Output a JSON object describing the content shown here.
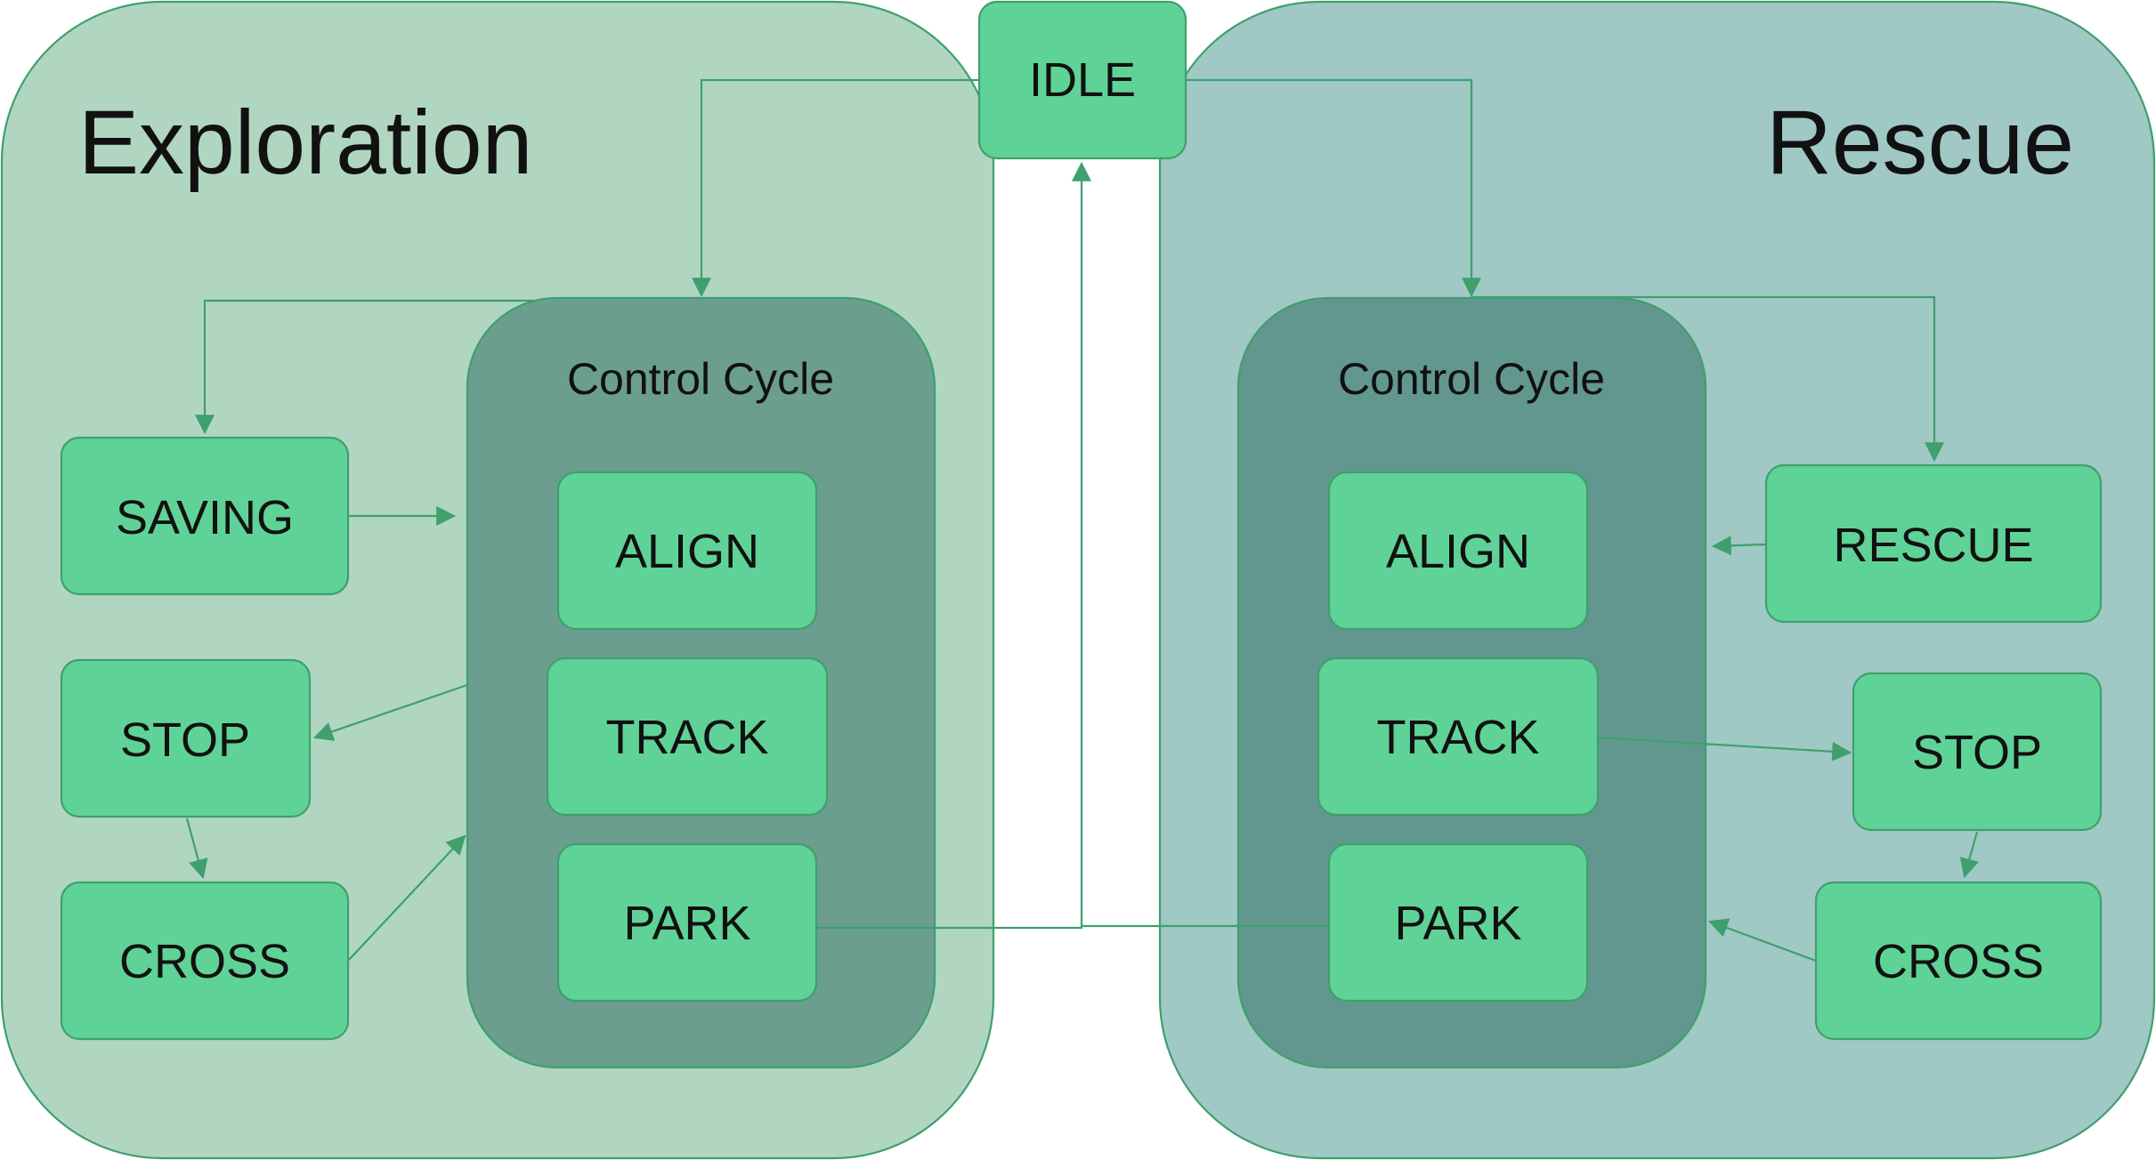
{
  "idle": {
    "label": "IDLE"
  },
  "exploration": {
    "title": "Exploration",
    "control_cycle": {
      "title": "Control Cycle",
      "align": "ALIGN",
      "track": "TRACK",
      "park": "PARK"
    },
    "saving": "SAVING",
    "stop": "STOP",
    "cross": "CROSS"
  },
  "rescue": {
    "title": "Rescue",
    "control_cycle": {
      "title": "Control Cycle",
      "align": "ALIGN",
      "track": "TRACK",
      "park": "PARK"
    },
    "rescue_state": "RESCUE",
    "stop": "STOP",
    "cross": "CROSS"
  },
  "colors": {
    "exploration_panel": "#b0d6c1",
    "rescue_panel": "#a0c8c5",
    "control_cycle_left": "#6b9e8f",
    "control_cycle_right": "#62978f",
    "state_box": "#5fd397",
    "edge": "#3f9f6d"
  }
}
